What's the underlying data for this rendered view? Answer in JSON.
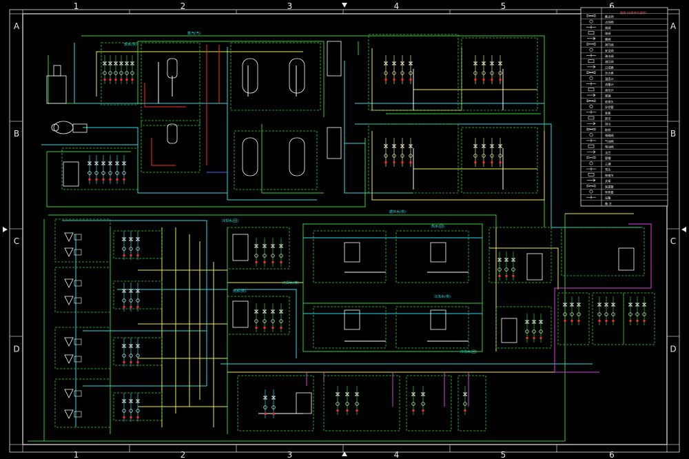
{
  "grid": {
    "columns": [
      "1",
      "2",
      "3",
      "4",
      "5",
      "6"
    ],
    "rows": [
      "A",
      "B",
      "C",
      "D"
    ]
  },
  "legend": {
    "header": "图例 (仪表符号说明)",
    "items": [
      "截止阀",
      "止回阀",
      "闸阀",
      "球阀",
      "蝶阀",
      "调节阀",
      "安全阀",
      "疏水阀",
      "减压阀",
      "过滤器",
      "压力表",
      "温度计",
      "流量计",
      "液位计",
      "视镜",
      "软接头",
      "异径管",
      "盲板",
      "放空",
      "排污",
      "取样",
      "电磁阀",
      "气动阀",
      "电动阀",
      "法兰",
      "管帽",
      "三通",
      "弯头",
      "伸缩节",
      "支架",
      "保温管",
      "伴热管",
      "设备"
    ],
    "footer": "备 注"
  },
  "labels": {
    "steam_main_top": "蒸汽(汽)",
    "section_c_main": "循环水(供)",
    "water_c1": "冷却水(回)",
    "water_c2": "冷却水(供)",
    "water_c3": "热水(供)",
    "water_c4": "热水(回)",
    "water_c5": "冷冻水(供)",
    "water_c6": "冷冻水(回)",
    "water_c7": "软水(供)"
  },
  "colors": {
    "bg": "#000000",
    "border": "#e8e8e8",
    "green": "#2fd42f",
    "cyan": "#27e0e8",
    "yellow": "#f2ee3c",
    "white": "#ffffff",
    "red": "#ff2a2a",
    "magenta": "#e040e0",
    "blue": "#3a6cff"
  }
}
